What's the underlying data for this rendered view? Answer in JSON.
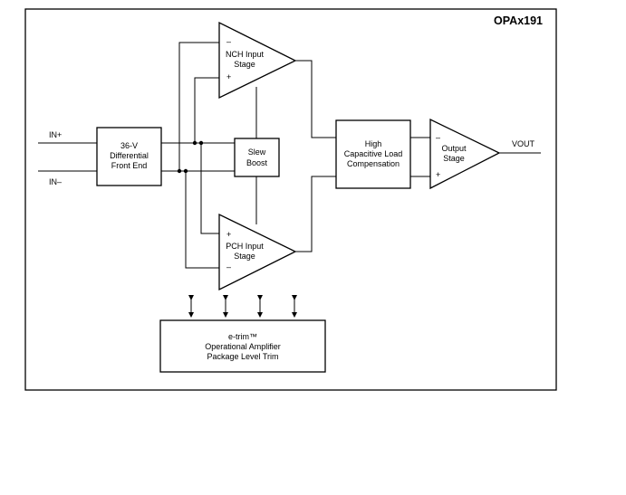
{
  "title": "OPAx191",
  "inputs": {
    "in_plus": "IN+",
    "in_minus": "IN–"
  },
  "output": "VOUT",
  "blocks": {
    "front_end": [
      "36-V",
      "Differential",
      "Front End"
    ],
    "slew_boost": [
      "Slew",
      "Boost"
    ],
    "nch": [
      "NCH Input",
      "Stage"
    ],
    "pch": [
      "PCH Input",
      "Stage"
    ],
    "compensation": [
      "High",
      "Capacitive Load",
      "Compensation"
    ],
    "output_stage": [
      "Output",
      "Stage"
    ],
    "etrim": [
      "e-trim™",
      "Operational Amplifier",
      "Package Level Trim"
    ]
  },
  "signs": {
    "minus": "–",
    "plus": "+"
  }
}
